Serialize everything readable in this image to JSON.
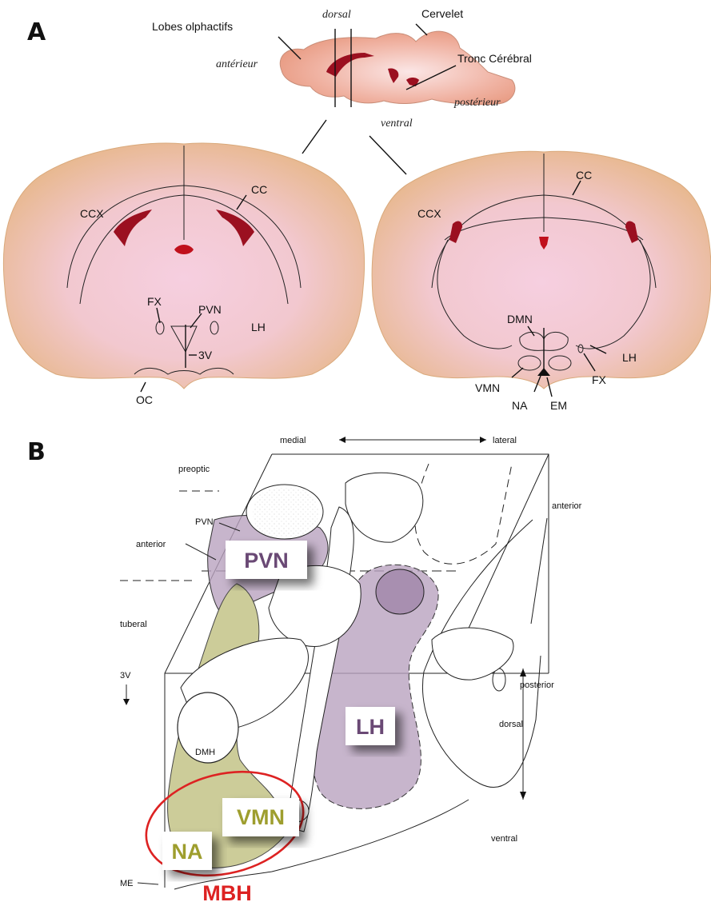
{
  "panel_a": {
    "letter": "A",
    "sagittal": {
      "lobes": "Lobes olphactifs",
      "dorsal": "dorsal",
      "cervelet": "Cervelet",
      "tronc": "Tronc Cérébral",
      "anterieur": "antérieur",
      "posterieur": "postérieur",
      "ventral": "ventral"
    },
    "left_section": {
      "ccx": "CCX",
      "cc": "CC",
      "fx": "FX",
      "pvn": "PVN",
      "lh": "LH",
      "v3": "3V",
      "oc": "OC"
    },
    "right_section": {
      "ccx": "CCX",
      "cc": "CC",
      "dmn": "DMN",
      "lh": "LH",
      "fx": "FX",
      "vmn": "VMN",
      "na": "NA",
      "em": "EM"
    }
  },
  "panel_b": {
    "letter": "B",
    "medial": "medial",
    "lateral": "lateral",
    "preoptic": "preoptic",
    "pvn_small": "PVN",
    "anterior_left": "anterior",
    "tuberal": "tuberal",
    "v3": "3V",
    "anterior_right": "anterior",
    "posterior": "posterior",
    "dorsal": "dorsal",
    "ventral": "ventral",
    "dmh": "DMH",
    "me": "ME",
    "box_pvn": "PVN",
    "box_lh": "LH",
    "box_vmn": "VMN",
    "box_na": "NA",
    "mbh": "MBH"
  },
  "colors": {
    "purple_region": "#b9a3bf",
    "purple_text": "#6b4a74",
    "olive_region": "#cccc99",
    "olive_text": "#9e9e2e",
    "red_outline": "#dd2222",
    "brain_outer": "#e7b78a",
    "brain_inner": "#f6cfe0",
    "ventricle": "#9b1020"
  }
}
